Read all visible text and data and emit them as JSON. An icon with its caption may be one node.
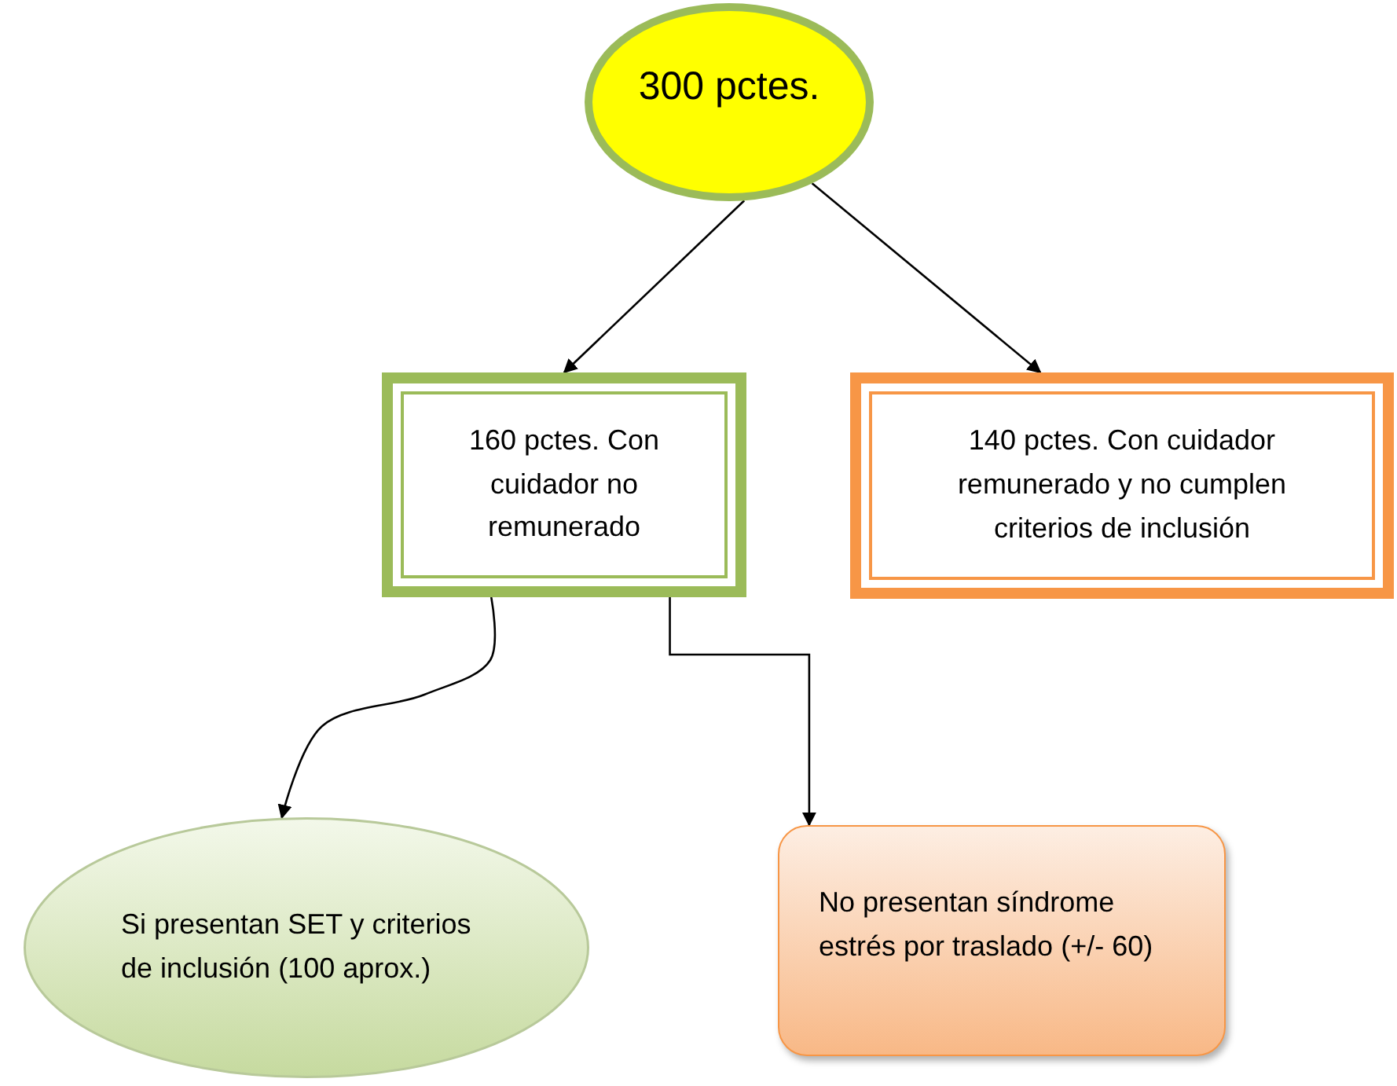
{
  "diagram": {
    "nodes": [
      {
        "text": [
          "300 pctes."
        ]
      },
      {
        "text": [
          "160 pctes. Con cuidador no remunerado"
        ]
      },
      {
        "text": [
          "140 pctes. Con cuidador remunerado y no cumplen criterios de inclusión"
        ]
      },
      {
        "text": [
          "Si presentan SET y criterios de inclusión (100 aprox.)"
        ]
      },
      {
        "text": [
          "No presentan síndrome estrés por traslado (+/- 60)"
        ]
      }
    ],
    "edges": [
      {
        "from": 0,
        "to": 1,
        "arrow": "to"
      },
      {
        "from": 0,
        "to": 2,
        "arrow": "to"
      },
      {
        "from": 1,
        "to": 3,
        "arrow": "to"
      },
      {
        "from": 1,
        "to": 4,
        "arrow": "to"
      }
    ]
  }
}
